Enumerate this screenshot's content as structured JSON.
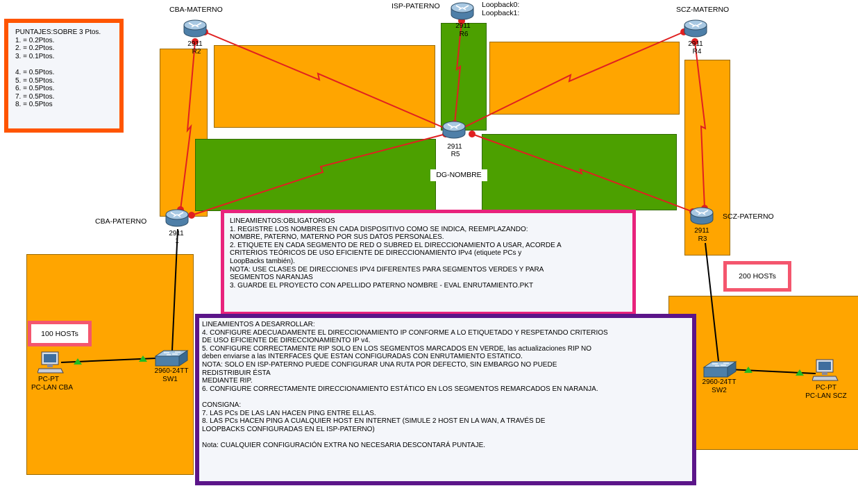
{
  "routers": {
    "r2": {
      "name": "CBA-MATERNO",
      "model": "2911",
      "id": "R2"
    },
    "r6": {
      "name": "ISP-PATERNO",
      "model": "2911",
      "id": "R6",
      "loopback0": "Loopback0:",
      "loopback1": "Loopback1:"
    },
    "r4": {
      "name": "SCZ-MATERNO",
      "model": "2911",
      "id": "R4"
    },
    "r5": {
      "model": "2911",
      "id": "R5",
      "name": "DG-NOMBRE"
    },
    "r1": {
      "name": "CBA-PATERNO",
      "model": "2911",
      "id": "1"
    },
    "r3": {
      "name": "SCZ-PATERNO",
      "model": "2911",
      "id": "R3"
    }
  },
  "switches": {
    "sw1": {
      "model": "2960-24TT",
      "name": "SW1"
    },
    "sw2": {
      "model": "2960-24TT",
      "name": "SW2"
    }
  },
  "pcs": {
    "pc1": {
      "model": "PC-PT",
      "name": "PC-LAN CBA"
    },
    "pc2": {
      "model": "PC-PT",
      "name": "PC-LAN SCZ"
    }
  },
  "hosts": {
    "cba": "100 HOSTs",
    "scz": "200 HOSTs"
  },
  "scores": {
    "lines": [
      "PUNTAJES:SOBRE 3 Ptos.",
      "1. = 0.2Ptos.",
      "2. = 0.2Ptos.",
      "3. = 0.1Ptos.",
      "",
      "4. = 0.5Ptos.",
      "5. = 0.5Ptos.",
      "6. = 0.5Ptos.",
      "7. = 0.5Ptos.",
      "8. = 0.5Ptos"
    ],
    "border_color": "#FF5500"
  },
  "mandatory": {
    "lines": [
      "LINEAMIENTOS:OBLIGATORIOS",
      "1. REGISTRE LOS NOMBRES EN CADA DISPOSITIVO COMO SE INDICA, REEMPLAZANDO:",
      "NOMBRE, PATERNO, MATERNO POR SUS DATOS PERSONALES.",
      "2. ETIQUETE EN CADA SEGMENTO DE RED O SUBRED EL DIRECCIONAMIENTO A USAR, ACORDE A",
      "CRITERIOS TEÓRICOS DE USO EFICIENTE DE DIRECCIONAMIENTO IPv4 (etiquete PCs y",
      "LoopBacks también).",
      "NOTA: USE CLASES DE DIRECCIONES IPV4 DIFERENTES PARA SEGMENTOS VERDES Y PARA",
      "SEGMENTOS NARANJAS",
      "3. GUARDE EL PROYECTO CON APELLIDO PATERNO NOMBRE - EVAL ENRUTAMIENTO.PKT"
    ],
    "border_color": "#E8237C"
  },
  "develop": {
    "lines": [
      "LINEAMIENTOS A DESARROLLAR:",
      "4. CONFIGURE ADECUADAMENTE EL DIRECCIONAMIENTO IP CONFORME A LO ETIQUETADO Y RESPETANDO CRITERIOS",
      "DE USO EFICIENTE DE DIRECCIONAMIENTO IP v4.",
      "5. CONFIGURE CORRECTAMENTE RIP SOLO EN LOS SEGMENTOS MARCADOS EN VERDE, las actualizaciones RIP NO",
      "deben enviarse a las INTERFACES QUE ESTAN CONFIGURADAS CON ENRUTAMIENTO ESTATICO.",
      "NOTA: SOLO EN ISP-PATERNO PUEDE CONFIGURAR UNA RUTA POR DEFECTO, SIN EMBARGO NO PUEDE",
      "REDISTRIBUIR ÉSTA",
      "MEDIANTE RIP.",
      "6. CONFIGURE CORRECTAMENTE DIRECCIONAMIENTO ESTÁTICO EN LOS SEGMENTOS REMARCADOS EN NARANJA.",
      "",
      "CONSIGNA:",
      "7. LAS PCs DE LAS LAN HACEN PING ENTRE ELLAS.",
      "8. LAS PCs HACEN PING A CUALQUIER HOST EN INTERNET (SIMULE 2 HOST EN LA WAN, A TRAVÉS DE",
      "LOOPBACKS CONFIGURADAS EN EL ISP-PATERNO)",
      "",
      "Nota: CUALQUIER CONFIGURACIÓN EXTRA NO NECESARIA DESCONTARÁ PUNTAJE."
    ],
    "border_color": "#5B1589"
  },
  "colors": {
    "orange": "#FFA500",
    "green": "#4CA000",
    "serial_link": "#E02020",
    "ethernet_link": "#000000",
    "link_light": "#22BB22"
  }
}
